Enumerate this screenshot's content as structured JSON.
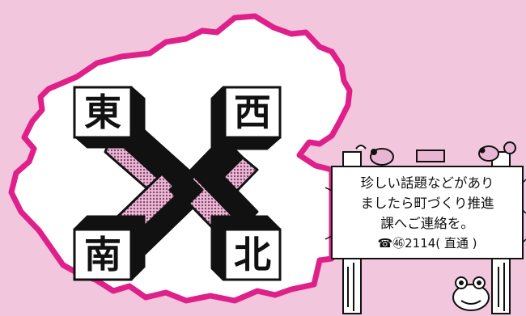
{
  "directions": {
    "east": "東",
    "west": "西",
    "south": "南",
    "north": "北"
  },
  "notice": {
    "line1": "珍しい話題などがあり",
    "line2": "ましたら町づくり推進",
    "line3": "課へご連絡を。",
    "phone": "☎㊻2114( 直通 )"
  },
  "colors": {
    "background": "#f2c6dc",
    "map_outline": "#e0208a",
    "map_fill": "#ffffff",
    "ink": "#111111",
    "dotted_pink": "#c98aae"
  }
}
